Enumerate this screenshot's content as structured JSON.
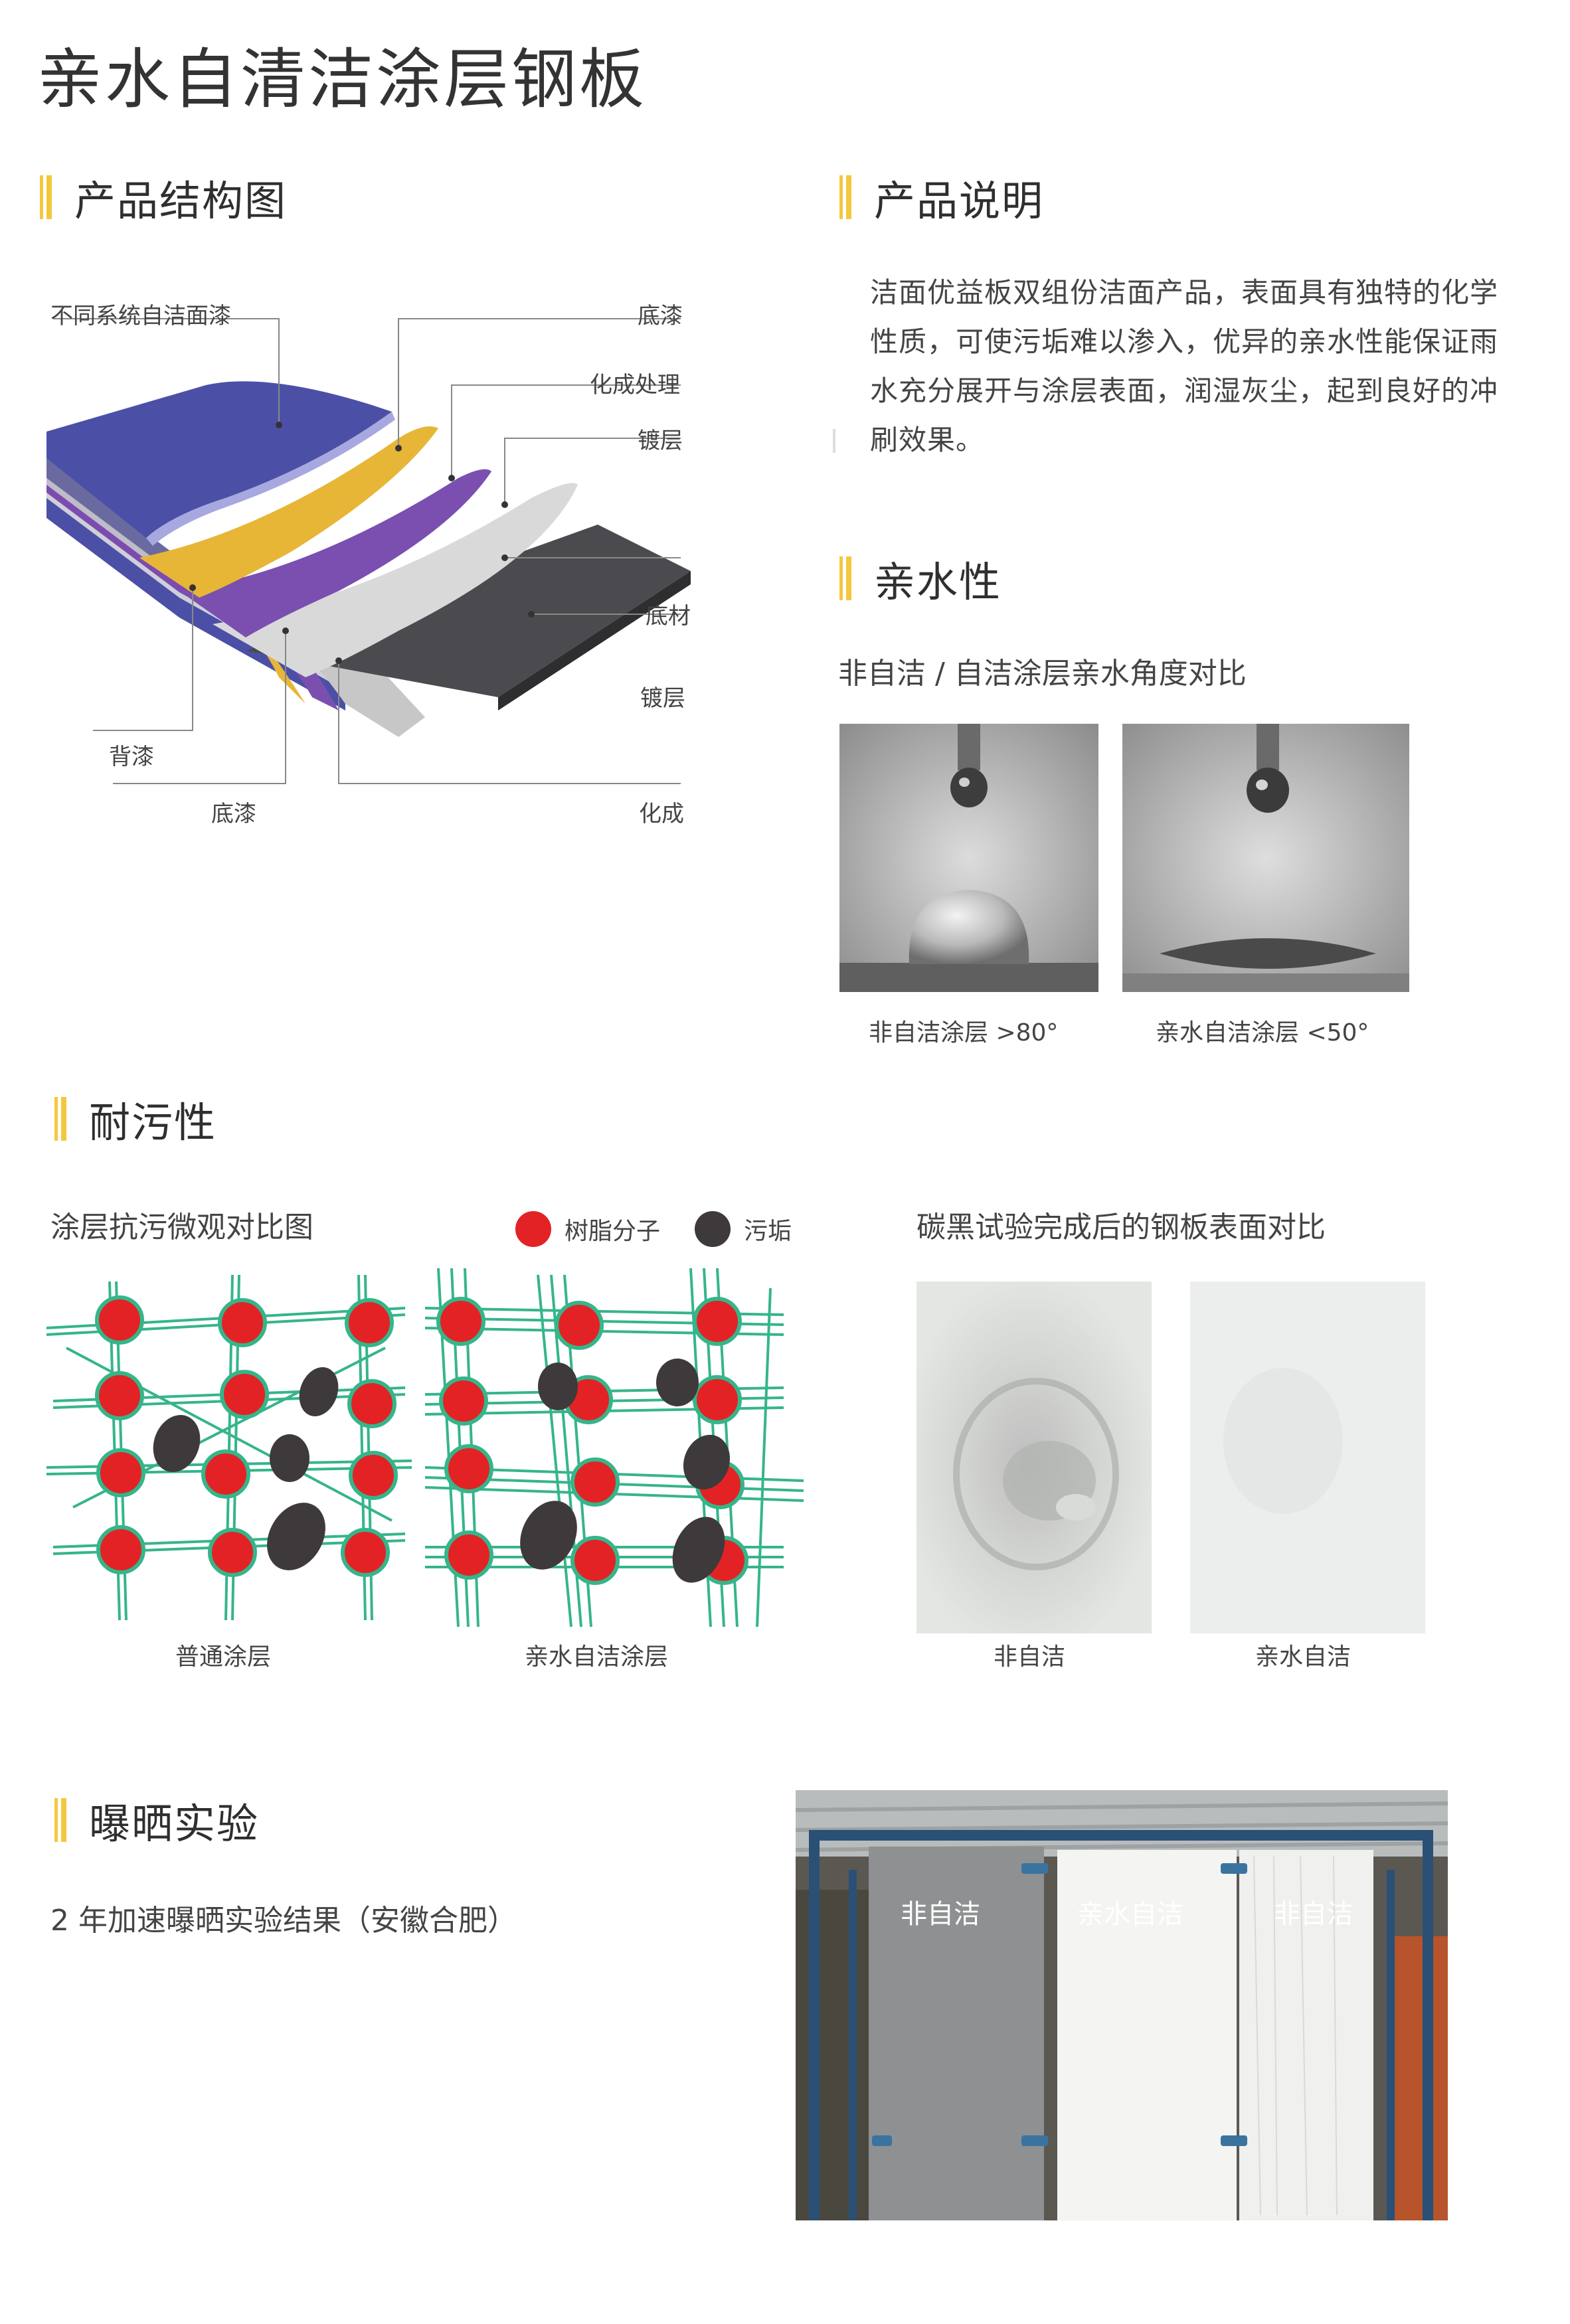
{
  "page": {
    "title": "亲水自清洁涂层钢板"
  },
  "sections": {
    "structure": "产品结构图",
    "description": "产品说明",
    "hydrophilic": "亲水性",
    "stain": "耐污性",
    "exposure": "曝晒实验"
  },
  "structure": {
    "labels": {
      "topcoat": "不同系统自洁面漆",
      "primer_top": "底漆",
      "chem_top": "化成处理",
      "plating_top": "镀层",
      "substrate": "底材",
      "plating_bottom": "镀层",
      "backcoat": "背漆",
      "primer_bottom": "底漆",
      "chem_bottom": "化成"
    },
    "colors": {
      "topcoat": "#4b50a6",
      "primer": "#e7b637",
      "chem": "#7a4fb0",
      "plating": "#d4d4d4",
      "substrate": "#4b4b4f"
    }
  },
  "description": {
    "text": "洁面优益板双组份洁面产品，表面具有独特的化学性质，可使污垢难以渗入，优异的亲水性能保证雨水充分展开与涂层表面，润湿灰尘，起到良好的冲刷效果。"
  },
  "hydrophilic": {
    "subtitle": "非自洁 / 自洁涂层亲水角度对比",
    "left_caption": "非自洁涂层 >80°",
    "right_caption": "亲水自洁涂层 <50°"
  },
  "stain": {
    "subtitle_left": "涂层抗污微观对比图",
    "legend_resin": "树脂分子",
    "legend_dirt": "污垢",
    "caption_normal": "普通涂层",
    "caption_hydro": "亲水自洁涂层",
    "subtitle_right": "碳黑试验完成后的钢板表面对比",
    "caption_photo_left": "非自洁",
    "caption_photo_right": "亲水自洁",
    "colors": {
      "resin": "#e32225",
      "dirt": "#3e3a3b",
      "network": "#35b58a"
    }
  },
  "exposure": {
    "subtitle": "2 年加速曝晒实验结果（安徽合肥）",
    "panel_1": "非自洁",
    "panel_2": "亲水自洁",
    "panel_3": "非自洁"
  }
}
